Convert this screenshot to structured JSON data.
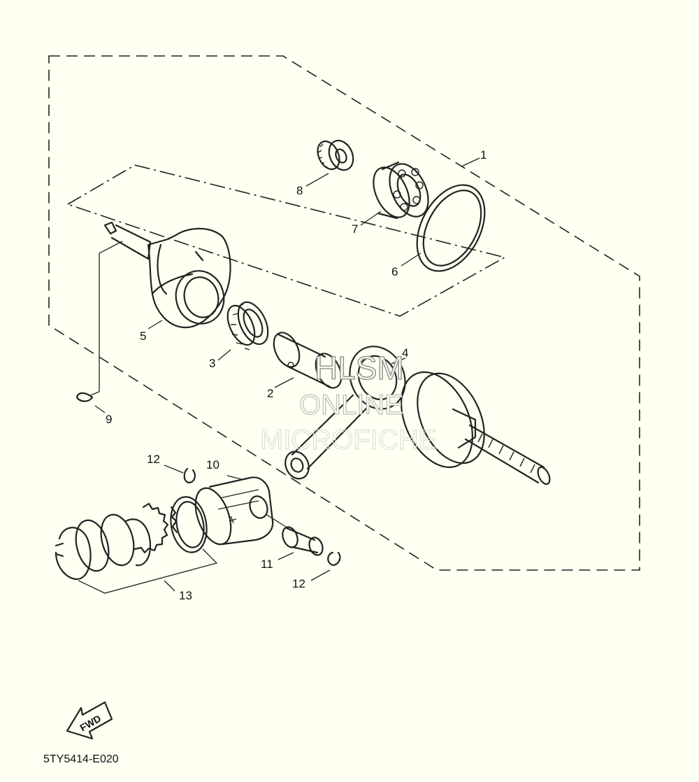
{
  "diagram": {
    "callouts": {
      "c1": "1",
      "c2": "2",
      "c3": "3",
      "c4": "4",
      "c5": "5",
      "c6": "6",
      "c7": "7",
      "c8": "8",
      "c9": "9",
      "c10": "10",
      "c11": "11",
      "c12a": "12",
      "c12b": "12",
      "c13": "13"
    },
    "watermark": {
      "line1": "HLSM",
      "line2": "ONLINE",
      "line3": "MICROFICHE"
    },
    "fwd_label": "FWD",
    "drawing_code": "5TY5414-E020",
    "colors": {
      "background": "#FFFFF2",
      "ink": "#222222"
    }
  }
}
